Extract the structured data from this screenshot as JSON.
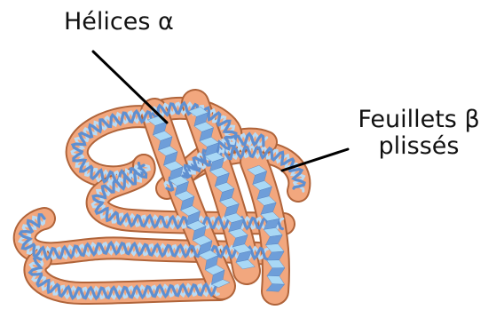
{
  "labels": {
    "helix": "Hélices α",
    "sheet_line1": "Feuillets β",
    "sheet_line2": "plissés"
  },
  "colors": {
    "ribbon_fill": "#F2A77E",
    "ribbon_outline": "#B0643A",
    "helix_front": "#5F8FD0",
    "helix_back": "#B9DBF5",
    "sheet_light": "#A9D8F5",
    "sheet_dark": "#6E9ED9",
    "pointer_line": "#000000"
  }
}
